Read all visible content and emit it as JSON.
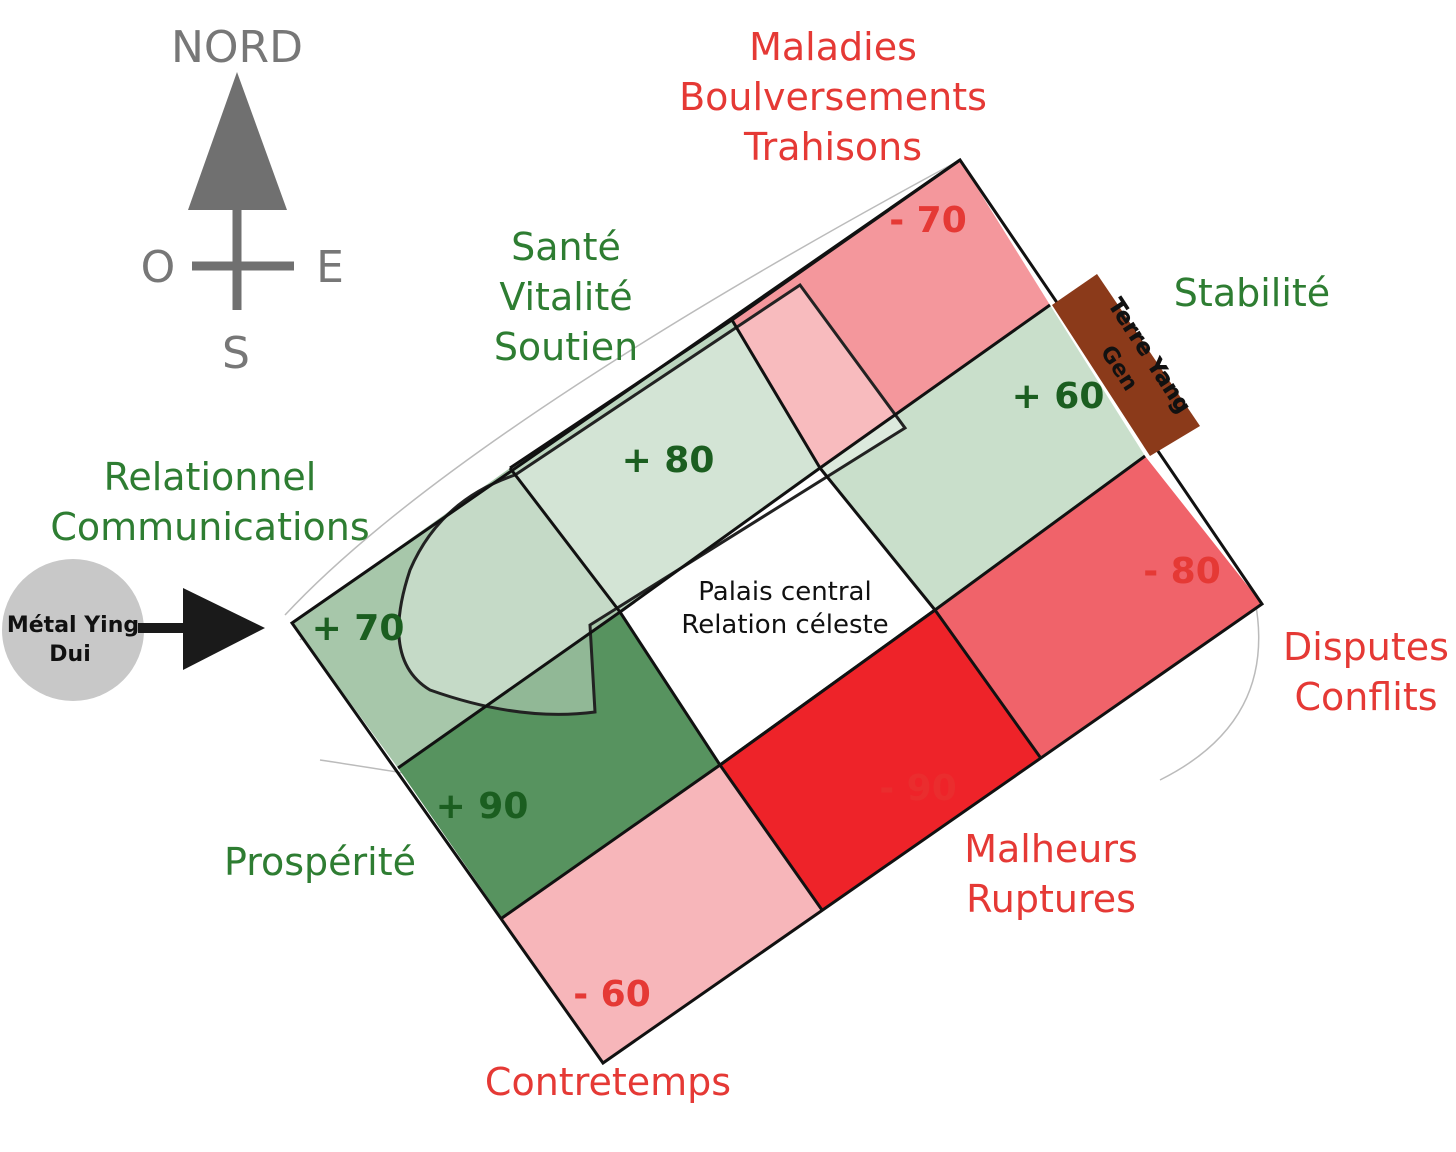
{
  "compass": {
    "north": "NORD",
    "west": "O",
    "east": "E",
    "south": "S"
  },
  "colors": {
    "positive_text": "#2e7d32",
    "negative_text": "#e53935",
    "score_positive": "#1b5e20",
    "score_negative": "#e53935",
    "earth_band": "#8b3a1a"
  },
  "center": {
    "line1": "Palais central",
    "line2": "Relation céleste"
  },
  "metal_badge": {
    "line1": "Métal Ying",
    "line2": "Dui"
  },
  "earth_badge": {
    "line1": "Terre Yang",
    "line2": "Gen"
  },
  "sectors": [
    {
      "id": "maladies",
      "score": "- 70",
      "fill": "#f4979c",
      "lines": [
        "Maladies",
        "Boulversements",
        "Trahisons"
      ],
      "polarity": "negative"
    },
    {
      "id": "stabilite",
      "score": "+ 60",
      "fill": "#c9dfcb",
      "lines": [
        "Stabilité"
      ],
      "polarity": "positive"
    },
    {
      "id": "disputes",
      "score": "- 80",
      "fill": "#f0636a",
      "lines": [
        "Disputes",
        "Conflits"
      ],
      "polarity": "negative"
    },
    {
      "id": "malheurs",
      "score": "- 90",
      "fill": "#ee2329",
      "lines": [
        "Malheurs",
        "Ruptures"
      ],
      "polarity": "negative"
    },
    {
      "id": "contretemps",
      "score": "- 60",
      "fill": "#f7b6ba",
      "lines": [
        "Contretemps"
      ],
      "polarity": "negative"
    },
    {
      "id": "prosperite",
      "score": "+ 90",
      "fill": "#57935f",
      "lines": [
        "Prospérité"
      ],
      "polarity": "positive"
    },
    {
      "id": "relationnel",
      "score": "+ 70",
      "fill": "#a7c7aa",
      "lines": [
        "Relationnel",
        "Communications"
      ],
      "polarity": "positive"
    },
    {
      "id": "sante",
      "score": "+ 80",
      "fill": "#bcd6bf",
      "lines": [
        "Santé",
        "Vitalité",
        "Soutien"
      ],
      "polarity": "positive"
    }
  ]
}
